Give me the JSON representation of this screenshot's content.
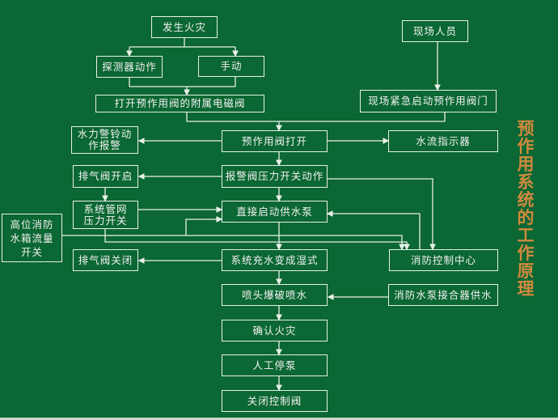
{
  "title": "预作用系统的工作原理",
  "colors": {
    "background": "#0b6733",
    "title": "#d08a3e",
    "line": "#e8f0e8"
  },
  "nodes": {
    "fire": "发生火灾",
    "detector": "探测器动作",
    "manual": "手动",
    "solenoid": "打开预作用阀的附属电磁阀",
    "onsite_staff": "现场人员",
    "onsite_emergency": "现场紧急启动预作用阀门",
    "water_bell": "水力警铃动作报警",
    "valve_open": "预作用阀打开",
    "flow_indicator": "水流指示器",
    "vent_open": "排气阀开启",
    "pressure_switch_action": "报警阀压力开关动作",
    "pipe_pressure_switch": "系统管网压力开关",
    "start_pump": "直接启动供水泵",
    "tank_flow_switch": "高位消防水箱流量开关",
    "vent_close": "排气阀关闭",
    "wet_system": "系统充水变成湿式",
    "control_center": "消防控制中心",
    "sprinkler_burst": "喷头爆破喷水",
    "pump_adapter": "消防水泵接合器供水",
    "confirm_fire": "确认火灾",
    "stop_pump": "人工停泵",
    "close_valve": "关闭控制阀"
  }
}
